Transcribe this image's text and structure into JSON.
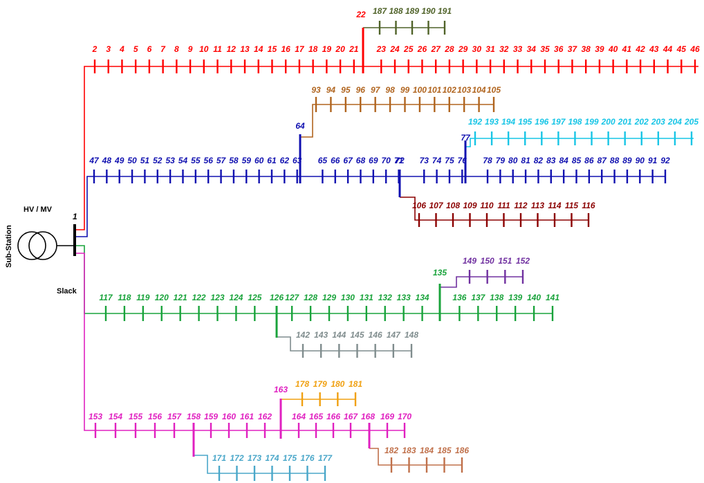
{
  "labels": {
    "transformer": "HV / MV",
    "station": "Sub-Station",
    "slack": "Slack",
    "slack_bus": "1"
  },
  "colors": {
    "red": "#ff0000",
    "olive": "#4f6228",
    "brown": "#b0641e",
    "cyan": "#17c5e6",
    "blue": "#1010b0",
    "maroon": "#8b0000",
    "green": "#19a33b",
    "purple": "#7030a0",
    "gray": "#7f8c8d",
    "magenta": "#e020c0",
    "orange": "#f0a010",
    "teal": "#4aa7c9",
    "rust": "#c0704a"
  },
  "feeders": [
    {
      "id": "feeder-red",
      "color": "red",
      "buses": [
        "2",
        "3",
        "4",
        "5",
        "6",
        "7",
        "8",
        "9",
        "10",
        "11",
        "12",
        "13",
        "14",
        "15",
        "16",
        "17",
        "18",
        "19",
        "20",
        "21",
        "22",
        "23",
        "24",
        "25",
        "26",
        "27",
        "28",
        "29",
        "30",
        "31",
        "32",
        "33",
        "34",
        "35",
        "36",
        "37",
        "38",
        "39",
        "40",
        "41",
        "42",
        "43",
        "44",
        "45",
        "46"
      ]
    },
    {
      "id": "lateral-187",
      "color": "olive",
      "buses": [
        "187",
        "188",
        "189",
        "190",
        "191"
      ]
    },
    {
      "id": "lateral-93",
      "color": "brown",
      "buses": [
        "93",
        "94",
        "95",
        "96",
        "97",
        "98",
        "99",
        "100",
        "101",
        "102",
        "103",
        "104",
        "105"
      ]
    },
    {
      "id": "lateral-192",
      "color": "cyan",
      "buses": [
        "192",
        "193",
        "194",
        "195",
        "196",
        "197",
        "198",
        "199",
        "200",
        "201",
        "202",
        "203",
        "204",
        "205"
      ]
    },
    {
      "id": "feeder-blue",
      "color": "blue",
      "buses": [
        "47",
        "48",
        "49",
        "50",
        "51",
        "52",
        "53",
        "54",
        "55",
        "56",
        "57",
        "58",
        "59",
        "60",
        "61",
        "62",
        "63",
        "64",
        "65",
        "66",
        "67",
        "68",
        "69",
        "70",
        "71",
        "72",
        "73",
        "74",
        "75",
        "76",
        "77",
        "78",
        "79",
        "80",
        "81",
        "82",
        "83",
        "84",
        "85",
        "86",
        "87",
        "88",
        "89",
        "90",
        "91",
        "92"
      ]
    },
    {
      "id": "lateral-106",
      "color": "maroon",
      "buses": [
        "106",
        "107",
        "108",
        "109",
        "110",
        "111",
        "112",
        "113",
        "114",
        "115",
        "116"
      ]
    },
    {
      "id": "feeder-green",
      "color": "green",
      "buses": [
        "117",
        "118",
        "119",
        "120",
        "121",
        "122",
        "123",
        "124",
        "125",
        "126",
        "127",
        "128",
        "129",
        "130",
        "131",
        "132",
        "133",
        "134",
        "135",
        "136",
        "137",
        "138",
        "139",
        "140",
        "141"
      ]
    },
    {
      "id": "lateral-149",
      "color": "purple",
      "buses": [
        "149",
        "150",
        "151",
        "152"
      ]
    },
    {
      "id": "lateral-142",
      "color": "gray",
      "buses": [
        "142",
        "143",
        "144",
        "145",
        "146",
        "147",
        "148"
      ]
    },
    {
      "id": "feeder-magenta",
      "color": "magenta",
      "buses": [
        "153",
        "154",
        "155",
        "156",
        "157",
        "158",
        "159",
        "160",
        "161",
        "162",
        "163",
        "164",
        "165",
        "166",
        "167",
        "168",
        "169",
        "170"
      ]
    },
    {
      "id": "lateral-178",
      "color": "orange",
      "buses": [
        "178",
        "179",
        "180",
        "181"
      ]
    },
    {
      "id": "lateral-171",
      "color": "teal",
      "buses": [
        "171",
        "172",
        "173",
        "174",
        "175",
        "176",
        "177"
      ]
    },
    {
      "id": "lateral-182",
      "color": "rust",
      "buses": [
        "182",
        "183",
        "184",
        "185",
        "186"
      ]
    }
  ]
}
